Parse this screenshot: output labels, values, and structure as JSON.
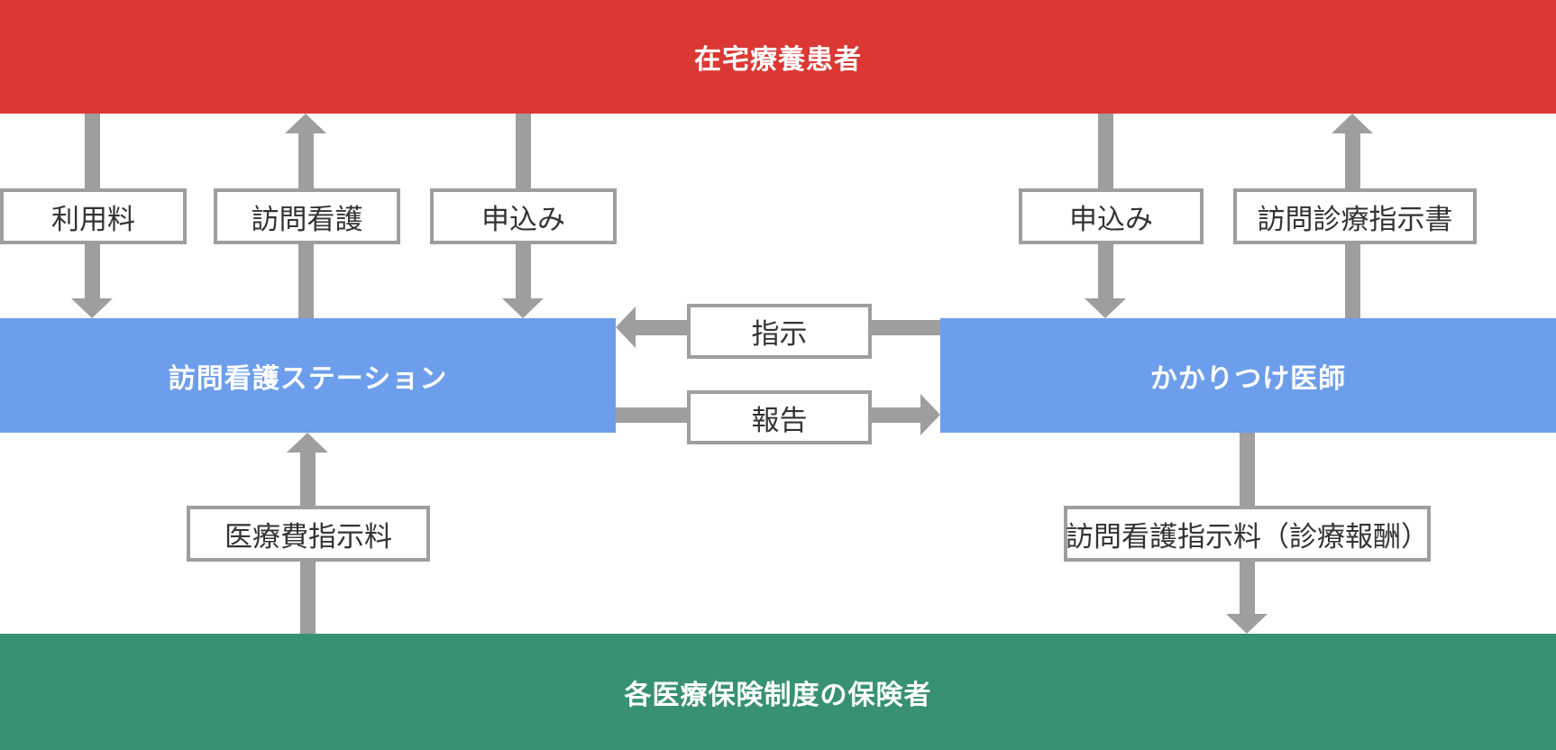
{
  "diagram": {
    "nodes": {
      "patient": {
        "label": "在宅療養患者",
        "color": "#DB3834"
      },
      "nurse_station": {
        "label": "訪問看護ステーション",
        "color": "#6D9EEB"
      },
      "doctor": {
        "label": "かかりつけ医師",
        "color": "#6D9EEB"
      },
      "insurer": {
        "label": "各医療保険制度の保険者",
        "color": "#389170"
      }
    },
    "flows": {
      "usage_fee": {
        "label": "利用料",
        "from": "patient",
        "to": "nurse_station",
        "direction": "down"
      },
      "home_nursing": {
        "label": "訪問看護",
        "from": "nurse_station",
        "to": "patient",
        "direction": "up"
      },
      "application_left": {
        "label": "申込み",
        "from": "patient",
        "to": "nurse_station",
        "direction": "down"
      },
      "application_right": {
        "label": "申込み",
        "from": "patient",
        "to": "doctor",
        "direction": "down"
      },
      "visit_care_directive": {
        "label": "訪問診療指示書",
        "from": "doctor",
        "to": "patient",
        "direction": "up"
      },
      "instruction": {
        "label": "指示",
        "from": "doctor",
        "to": "nurse_station",
        "direction": "left"
      },
      "report": {
        "label": "報告",
        "from": "nurse_station",
        "to": "doctor",
        "direction": "right"
      },
      "medical_fee": {
        "label": "医療費指示料",
        "from": "insurer",
        "to": "nurse_station",
        "direction": "up"
      },
      "nursing_directive_fee": {
        "label": "訪問看護指示料（診療報酬）",
        "from": "doctor",
        "to": "insurer",
        "direction": "down"
      }
    },
    "colors": {
      "arrow_gray": "#9E9E9E",
      "box_border": "#9E9E9E",
      "box_background": "#FFFFFF",
      "box_text": "#333333",
      "bar_text": "#FFFFFF"
    }
  }
}
